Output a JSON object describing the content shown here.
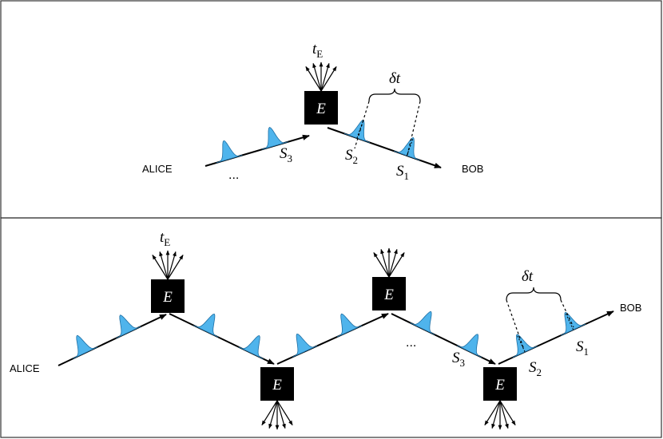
{
  "top_panel": {
    "alice": "ALICE",
    "bob": "BOB",
    "ellipsis": "...",
    "eve_box": "E",
    "emission_label": {
      "base": "t",
      "sub": "E"
    },
    "delay_label": "δt",
    "pulse_labels": [
      {
        "base": "S",
        "sub": "3"
      },
      {
        "base": "S",
        "sub": "2"
      },
      {
        "base": "S",
        "sub": "1"
      }
    ]
  },
  "bottom_panel": {
    "alice": "ALICE",
    "bob": "BOB",
    "ellipsis": "...",
    "eve_boxes": [
      "E",
      "E",
      "E",
      "E"
    ],
    "emission_label": {
      "base": "t",
      "sub": "E"
    },
    "delay_label": "δt",
    "pulse_labels": [
      {
        "base": "S",
        "sub": "3"
      },
      {
        "base": "S",
        "sub": "2"
      },
      {
        "base": "S",
        "sub": "1"
      }
    ]
  },
  "colors": {
    "pulse_fill": "#4fb4ec",
    "box_fill": "#000000",
    "line": "#000000",
    "panel_border": "#333333"
  }
}
